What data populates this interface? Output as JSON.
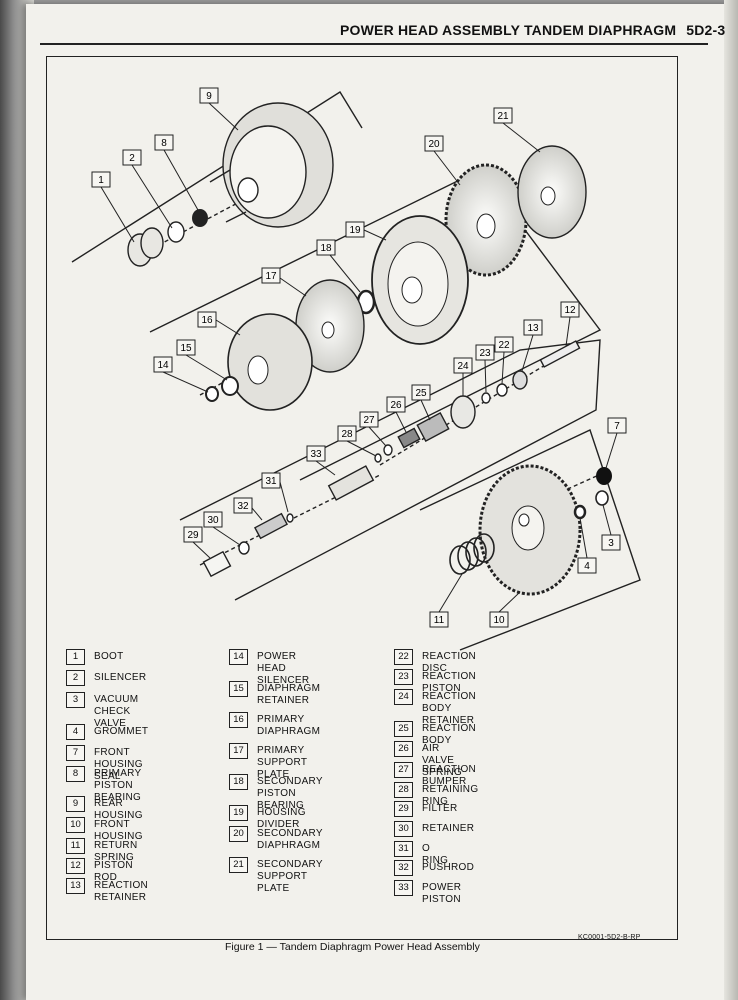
{
  "header": {
    "title": "POWER HEAD ASSEMBLY TANDEM DIAPHRAGM",
    "section": "5D2-3"
  },
  "figure": {
    "caption": "Figure 1 — Tandem Diaphragm Power Head Assembly",
    "code": "KC0001-5D2-B-RP",
    "callouts": [
      "1",
      "2",
      "3",
      "4",
      "7",
      "8",
      "9",
      "10",
      "11",
      "12",
      "13",
      "14",
      "15",
      "16",
      "17",
      "18",
      "19",
      "20",
      "21",
      "22",
      "23",
      "24",
      "25",
      "26",
      "27",
      "28",
      "29",
      "30",
      "31",
      "32",
      "33"
    ]
  },
  "legend": {
    "col1": [
      {
        "n": "1",
        "label": "BOOT"
      },
      {
        "n": "2",
        "label": "SILENCER"
      },
      {
        "n": "3",
        "label": "VACUUM CHECK\nVALVE"
      },
      {
        "n": "4",
        "label": "GROMMET"
      },
      {
        "n": "7",
        "label": "FRONT HOUSING SEAL"
      },
      {
        "n": "8",
        "label": "PRIMARY PISTON\nBEARING"
      },
      {
        "n": "9",
        "label": "REAR HOUSING"
      },
      {
        "n": "10",
        "label": "FRONT HOUSING"
      },
      {
        "n": "11",
        "label": "RETURN SPRING"
      },
      {
        "n": "12",
        "label": "PISTON ROD"
      },
      {
        "n": "13",
        "label": "REACTION\nRETAINER"
      }
    ],
    "col2": [
      {
        "n": "14",
        "label": "POWER HEAD\nSILENCER"
      },
      {
        "n": "15",
        "label": "DIAPHRAGM\nRETAINER"
      },
      {
        "n": "16",
        "label": "PRIMARY\nDIAPHRAGM"
      },
      {
        "n": "17",
        "label": "PRIMARY SUPPORT\nPLATE"
      },
      {
        "n": "18",
        "label": "SECONDARY PISTON\nBEARING"
      },
      {
        "n": "19",
        "label": "HOUSING DIVIDER"
      },
      {
        "n": "20",
        "label": "SECONDARY\nDIAPHRAGM"
      },
      {
        "n": "21",
        "label": "SECONDARY\nSUPPORT PLATE"
      }
    ],
    "col3": [
      {
        "n": "22",
        "label": "REACTION DISC"
      },
      {
        "n": "23",
        "label": "REACTION PISTON"
      },
      {
        "n": "24",
        "label": "REACTION BODY\nRETAINER"
      },
      {
        "n": "25",
        "label": "REACTION BODY"
      },
      {
        "n": "26",
        "label": "AIR VALVE SPRING"
      },
      {
        "n": "27",
        "label": "REACTION BUMPER"
      },
      {
        "n": "28",
        "label": "RETAINING RING"
      },
      {
        "n": "29",
        "label": "FILTER"
      },
      {
        "n": "30",
        "label": "RETAINER"
      },
      {
        "n": "31",
        "label": "O RING"
      },
      {
        "n": "32",
        "label": "PUSHROD"
      },
      {
        "n": "33",
        "label": "POWER PISTON"
      }
    ]
  }
}
